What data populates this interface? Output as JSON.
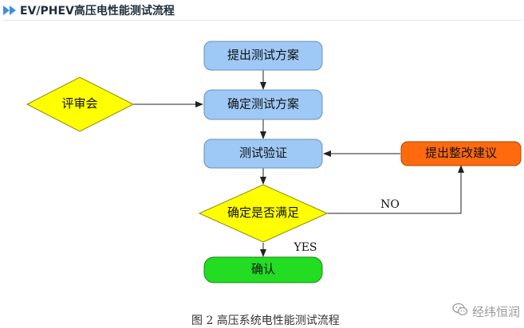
{
  "header": {
    "title": "EV/PHEV高压电性能测试流程"
  },
  "nodes": {
    "propose_plan": "提出测试方案",
    "review_meeting": "评审会",
    "confirm_plan": "确定测试方案",
    "test_verify": "测试验证",
    "improvement": "提出整改建议",
    "decision": "确定是否满足",
    "confirm": "确认"
  },
  "edges": {
    "no_label": "NO",
    "yes_label": "YES"
  },
  "caption": "图 2  高压系统电性能测试流程",
  "watermark": {
    "text": "经纬恒润",
    "icon": "wechat-icon"
  },
  "colors": {
    "process_fill": "#9ec8f5",
    "decision_fill": "#ffff00",
    "improvement_fill": "#ff6a0e",
    "confirm_fill": "#22dd22",
    "header_accent": "#3d8fe0"
  }
}
